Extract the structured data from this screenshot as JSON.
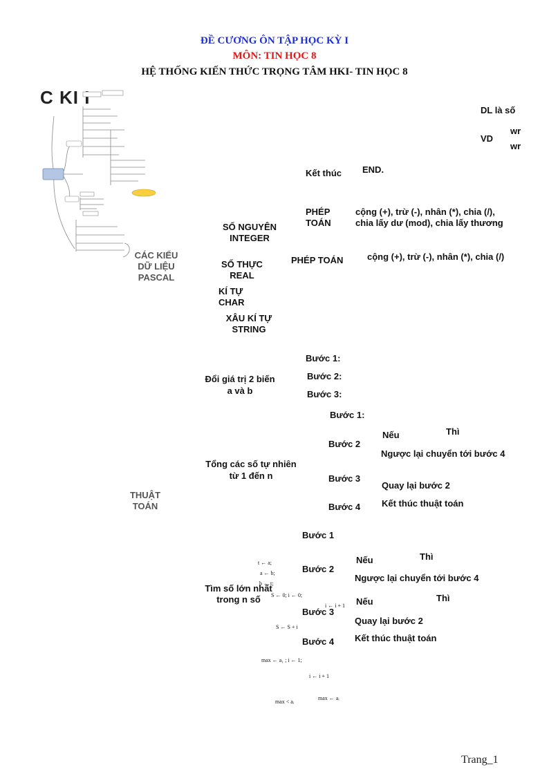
{
  "header": {
    "title": "ĐỀ CƯƠNG ÔN TẬP HỌC KỲ I",
    "subject": "MÔN: TIN HỌC 8",
    "heading": "HỆ THỐNG KIẾN THỨC TRỌNG TÂM HKI- TIN HỌC 8"
  },
  "mindmap": {
    "partial_title": "C KI I"
  },
  "top_right": {
    "dl_la_so": "DL là số",
    "vd": "VD",
    "wr1": "wr",
    "wr2": "wr",
    "ket_thuc": "Kết thúc",
    "end": "END."
  },
  "data_types": {
    "label_line1": "CÁC KIỂU",
    "label_line2": "DỮ LIỆU",
    "label_line3": "PASCAL",
    "integer_line1": "SỐ NGUYÊN",
    "integer_line2": "INTEGER",
    "real_line1": "SỐ THỰC",
    "real_line2": "REAL",
    "char_line1": "KÍ TỰ",
    "char_line2": "CHAR",
    "string_line1": "XÂU KÍ TỰ",
    "string_line2": "STRING",
    "phep_toan_line1": "PHÉP",
    "phep_toan_line2": "TOÁN",
    "int_ops_line1": "cộng (+), trừ (-), nhân (*), chia (/),",
    "int_ops_line2": "chia lấy dư (mod), chia lấy thương",
    "phep_toan_real": "PHÉP TOÁN",
    "real_ops": "cộng (+), trừ (-), nhân (*), chia (/)"
  },
  "algorithms": {
    "label_line1": "THUẬT",
    "label_line2": "TOÁN",
    "swap": {
      "title_line1": "Đổi giá trị 2 biến",
      "title_line2": "a và b",
      "step1": "Bước 1:",
      "step2": "Bước 2:",
      "step3": "Bước 3:"
    },
    "sum": {
      "title_line1": "Tổng các số tự nhiên",
      "title_line2": "từ 1 đến n",
      "step1": "Bước 1:",
      "step2": "Bước 2",
      "neu": "Nếu",
      "thi": "Thì",
      "else": "Ngược lại chuyển tới bước 4",
      "step3": "Bước 3",
      "back": "Quay lại bước 2",
      "step4": "Bước 4",
      "end": "Kết thúc thuật toán"
    },
    "max": {
      "title_line1": "Tìm số lớn nhất",
      "title_line2": "trong n số",
      "step1": "Bước 1",
      "step2": "Bước 2",
      "neu": "Nếu",
      "thi": "Thì",
      "else": "Ngược lại chuyển tới bước 4",
      "step3": "Bước 3",
      "neu2": "Nếu",
      "thi2": "Thì",
      "back": "Quay lại bước 2",
      "step4": "Bước 4",
      "end": "Kết thúc thuật toán"
    },
    "formulas": {
      "f1": "t ← a;",
      "f2": "a ← b;",
      "f3": "b ← t;",
      "f4": "S ← 0;  i ← 0;",
      "f5": "i ← i + 1",
      "f6": "S ← S + i",
      "f7": "max ← a₁ ;  i ← 1;",
      "f8": "i ← i + 1",
      "f9": "max  < aᵢ",
      "f10": "max ← aᵢ"
    }
  },
  "footer": {
    "page": "Trang_1"
  }
}
